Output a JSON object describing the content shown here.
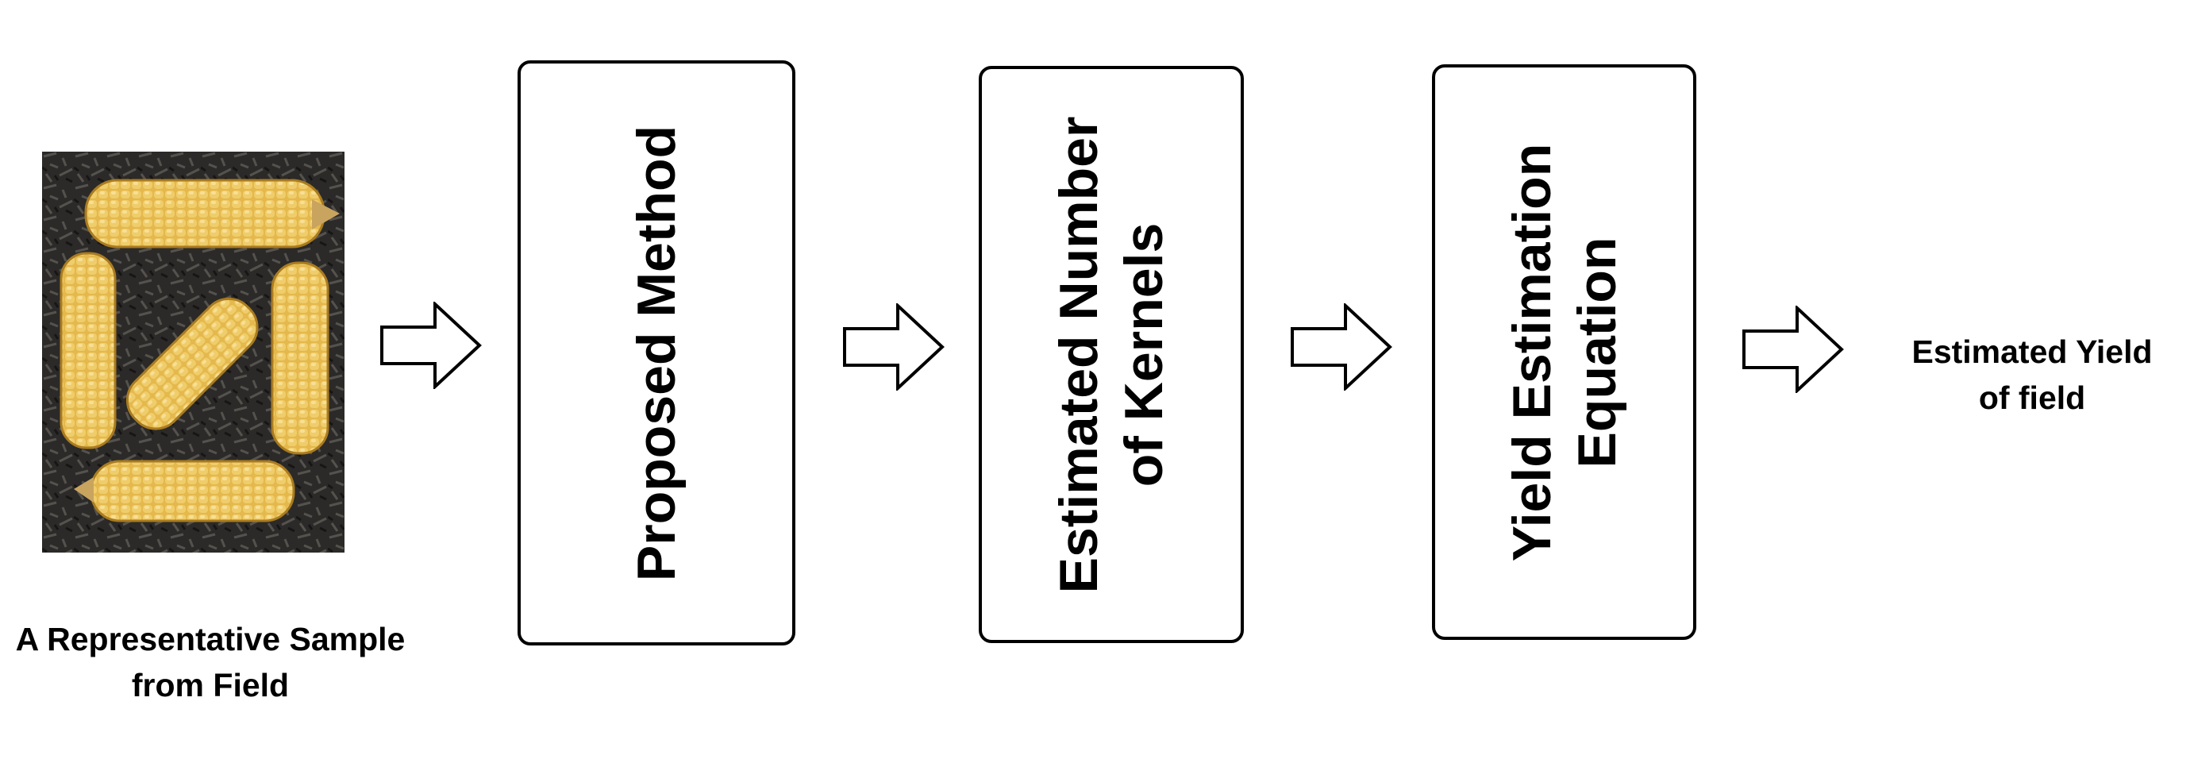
{
  "sample": {
    "caption_line1": "A Representative Sample",
    "caption_line2": "from Field"
  },
  "steps": [
    {
      "line1": "Proposed Method",
      "line2": ""
    },
    {
      "line1": "Estimated Number",
      "line2": "of Kernels"
    },
    {
      "line1": "Yield Estimation",
      "line2": "Equation"
    }
  ],
  "output": {
    "line1": "Estimated Yield",
    "line2": "of field"
  },
  "colors": {
    "corn_kernel": "#e2b64a",
    "corn_shadow": "#a97b20",
    "mulch": "#2b2a29"
  }
}
